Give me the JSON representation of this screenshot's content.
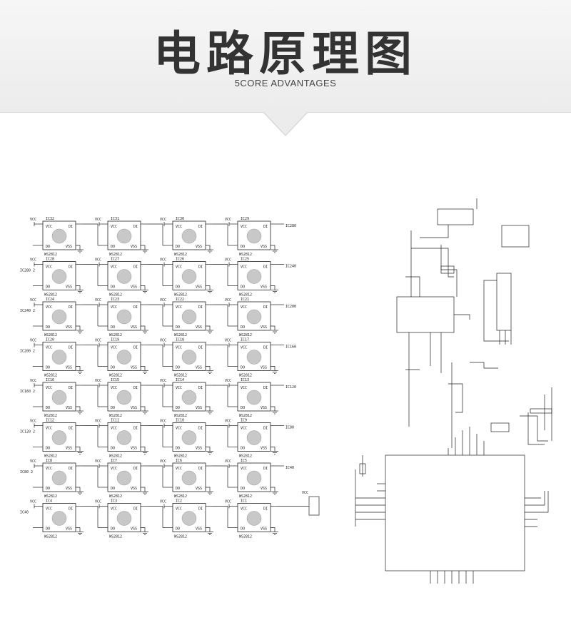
{
  "header": {
    "title": "电路原理图",
    "subtitle": "5CORE ADVANTAGES"
  },
  "labels": {
    "vcc": "VCC",
    "pin_vcc": "VCC",
    "pin_di": "DI",
    "pin_do": "DO",
    "pin_vss": "VSS",
    "part": "WS2812"
  },
  "chain_labels": [
    "IC280",
    "IC240",
    "IC200",
    "IC160",
    "IC120",
    "IC80",
    "IC40"
  ],
  "chain_left_labels": [
    "IC280 2",
    "IC240 2",
    "IC200 2",
    "IC160 2",
    "IC120 2",
    "IC80 2",
    "IC40"
  ],
  "matrix": [
    [
      "IC32",
      "IC31",
      "IC30",
      "IC29"
    ],
    [
      "IC28",
      "IC27",
      "IC26",
      "IC25"
    ],
    [
      "IC24",
      "IC23",
      "IC22",
      "IC21"
    ],
    [
      "IC20",
      "IC19",
      "IC18",
      "IC17"
    ],
    [
      "IC16",
      "IC15",
      "IC14",
      "IC13"
    ],
    [
      "IC12",
      "IC11",
      "IC10",
      "IC9"
    ],
    [
      "IC8",
      "IC7",
      "IC6",
      "IC5"
    ],
    [
      "IC4",
      "IC3",
      "IC2",
      "IC1"
    ]
  ],
  "colors": {
    "line": "#222222",
    "led": "#c8c8c8",
    "title": "#333333"
  }
}
